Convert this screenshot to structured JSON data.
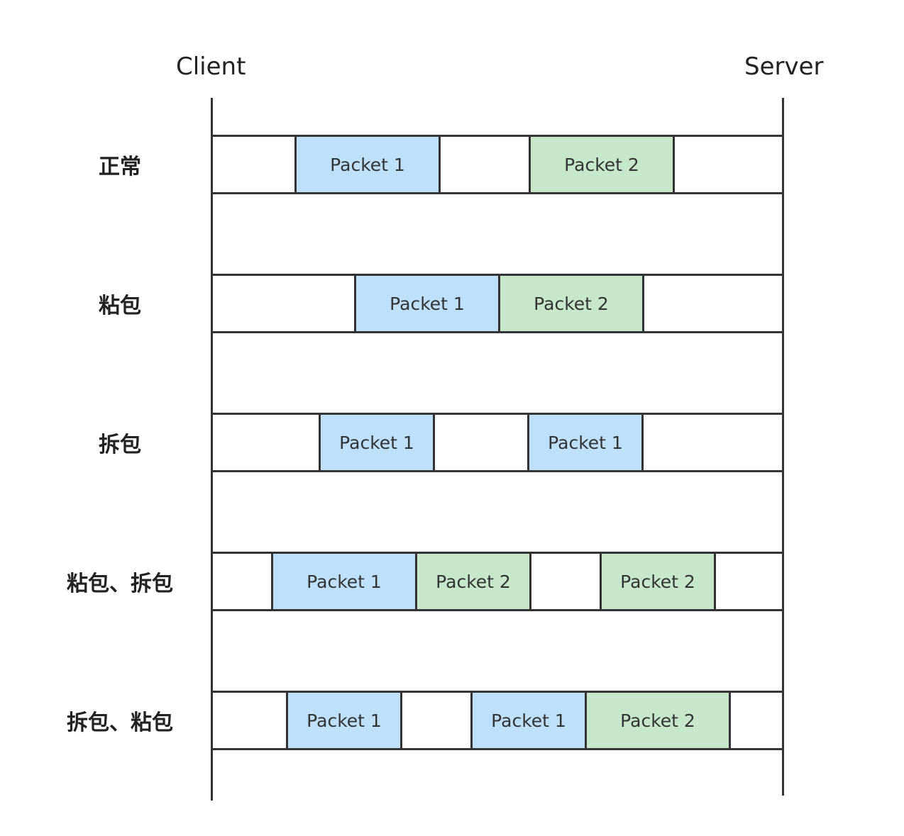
{
  "endpoints": {
    "client": "Client",
    "server": "Server"
  },
  "colors": {
    "packet_1_fill": "#bfe0fb",
    "packet_2_fill": "#c6e7c9",
    "line": "#333333"
  },
  "rows": [
    {
      "label": "正常",
      "packets": [
        {
          "text": "Packet 1",
          "kind": "p1"
        },
        {
          "text": "Packet 2",
          "kind": "p2"
        }
      ]
    },
    {
      "label": "粘包",
      "packets": [
        {
          "text": "Packet 1",
          "kind": "p1"
        },
        {
          "text": "Packet 2",
          "kind": "p2"
        }
      ]
    },
    {
      "label": "拆包",
      "packets": [
        {
          "text": "Packet 1",
          "kind": "p1"
        },
        {
          "text": "Packet 1",
          "kind": "p1"
        }
      ]
    },
    {
      "label": "粘包、拆包",
      "packets": [
        {
          "text": "Packet 1",
          "kind": "p1"
        },
        {
          "text": "Packet 2",
          "kind": "p2"
        },
        {
          "text": "Packet 2",
          "kind": "p2"
        }
      ]
    },
    {
      "label": "拆包、粘包",
      "packets": [
        {
          "text": "Packet 1",
          "kind": "p1"
        },
        {
          "text": "Packet 1",
          "kind": "p1"
        },
        {
          "text": "Packet 2",
          "kind": "p2"
        }
      ]
    }
  ]
}
